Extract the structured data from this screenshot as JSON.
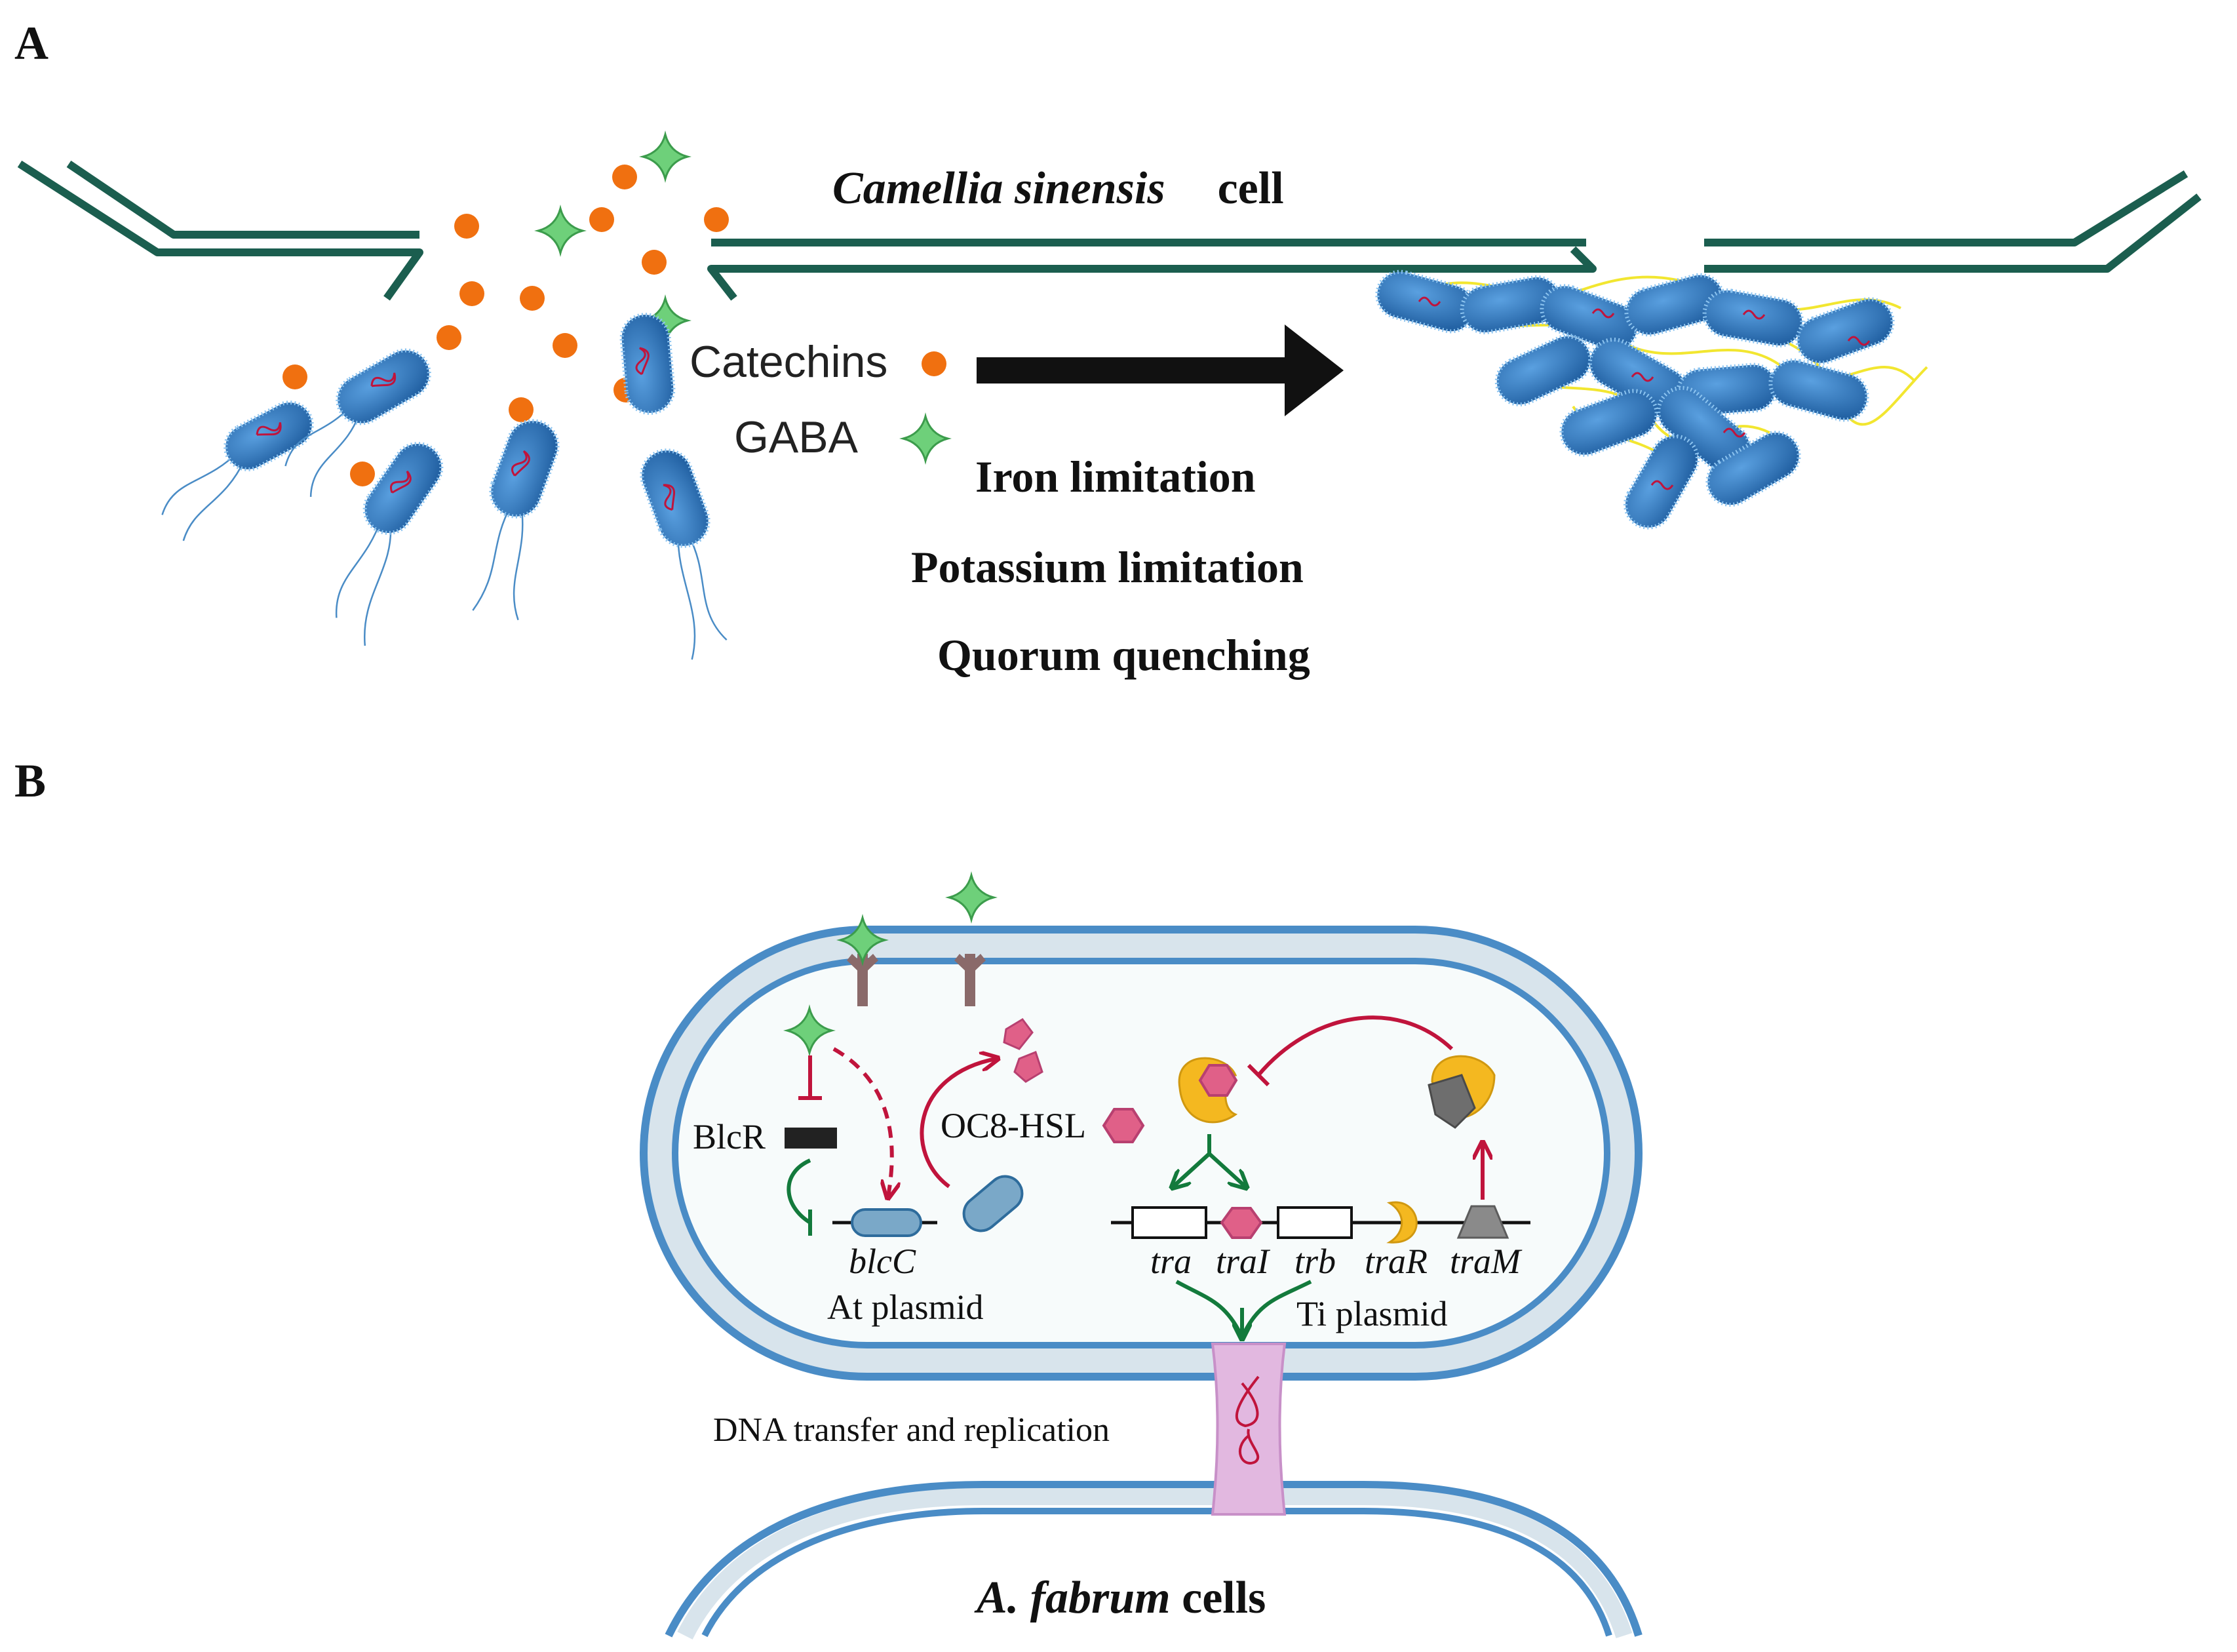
{
  "panel_a": {
    "label": "A",
    "host_cell": {
      "species": "Camellia sinensis",
      "suffix": "cell"
    },
    "legend": {
      "catechins": "Catechins",
      "gaba": "GABA"
    },
    "conditions": [
      "Iron limitation",
      "Potassium limitation",
      "Quorum quenching"
    ]
  },
  "panel_b": {
    "label": "B",
    "labels": {
      "blcr": "BlcR",
      "blcc": "blcC",
      "oc8_hsl": "OC8-HSL",
      "at_plasmid": "At plasmid",
      "ti_plasmid": "Ti plasmid",
      "tra": "tra",
      "trai": "traI",
      "trb": "trb",
      "trar": "traR",
      "tram": "traM",
      "dna_transfer": "DNA transfer and replication"
    },
    "cells_label": {
      "species": "A. fabrum",
      "suffix": " cells"
    }
  },
  "colors": {
    "host_wall": "#1b5e4f",
    "catechin": "#f07010",
    "gaba": "#6ed07a",
    "bacterium": "#2e78c0",
    "membrane": "#4a8cc6",
    "membrane_fill": "#d8e4ec",
    "inhibit": "#c0143c",
    "activate": "#137a3c",
    "ohsl": "#e06088",
    "trar": "#f4b820",
    "tram": "#8a8a8a",
    "pilus": "#e2b8e0",
    "text": "#111111"
  }
}
